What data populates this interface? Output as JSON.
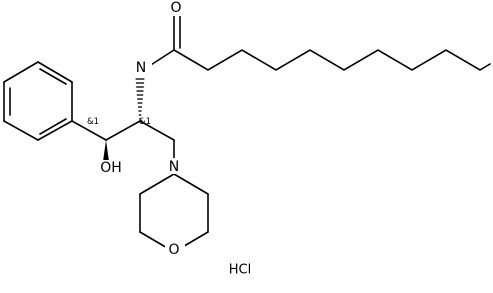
{
  "molecule": {
    "atom_labels": {
      "carbonyl_oxygen": "O",
      "amide_nitrogen": "N",
      "hydroxyl": "OH",
      "morpholine_nitrogen": "N",
      "morpholine_oxygen": "O"
    },
    "stereo_labels": {
      "carbinol_center": "&1",
      "amino_center": "&1"
    },
    "counterion": "HCl"
  }
}
